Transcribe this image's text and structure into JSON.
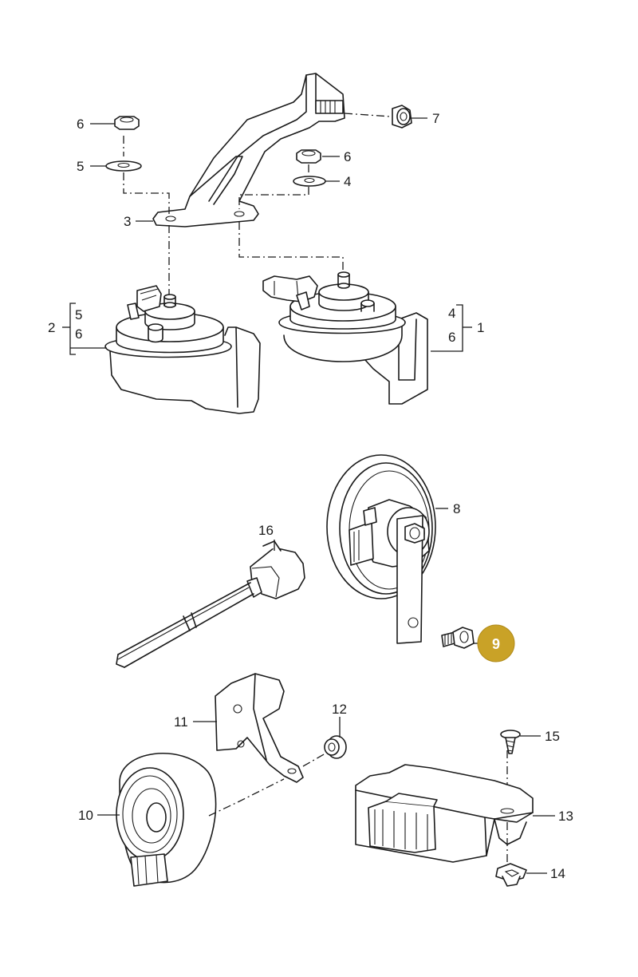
{
  "labels": {
    "p1": "1",
    "p2": "2",
    "p3": "3",
    "p4": "4",
    "p5": "5",
    "p6a": "6",
    "p6b": "6",
    "p7": "7",
    "p8": "8",
    "p9": "9",
    "p10": "10",
    "p11": "11",
    "p12": "12",
    "p13": "13",
    "p14": "14",
    "p15": "15",
    "p16": "16",
    "bracket_left_top": "5",
    "bracket_left_bottom": "6",
    "bracket_right_top": "4",
    "bracket_right_bottom": "6"
  },
  "highlight": {
    "part": "9",
    "color": "#c9a227"
  },
  "colors": {
    "line": "#1a1a1a",
    "background": "#ffffff"
  }
}
